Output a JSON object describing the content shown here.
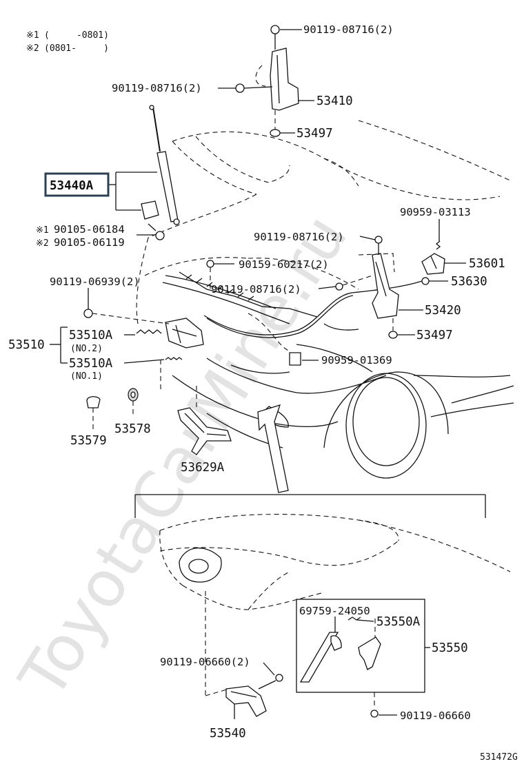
{
  "watermark": "ToyotaCarMine.ru",
  "diagram_id": "531472G",
  "notes": [
    {
      "mark": "※1",
      "text": "(     -0801)"
    },
    {
      "mark": "※2",
      "text": "(0801-     )"
    }
  ],
  "parts": {
    "p90119_08716_top": "90119-08716(2)",
    "p53410": "53410",
    "p90119_08716_left": "90119-08716(2)",
    "p53497_top": "53497",
    "p53440A": "53440A",
    "p90105_06184": "90105-06184",
    "p90105_06119": "90105-06119",
    "p90959_03113": "90959-03113",
    "p90119_08716_mid": "90119-08716(2)",
    "p90159_60217": "90159-60217(2)",
    "p53601": "53601",
    "p90119_08716_low": "90119-08716(2)",
    "p53630": "53630",
    "p90119_06939": "90119-06939(2)",
    "p53420": "53420",
    "p53497_low": "53497",
    "p53510": "53510",
    "p53510A_no2": "53510A",
    "no2": "(NO.2)",
    "p53510A_no1": "53510A",
    "no1": "(NO.1)",
    "p90959_01369": "90959-01369",
    "p53579": "53579",
    "p53578": "53578",
    "p53629A": "53629A",
    "p69759_24050": "69759-24050",
    "p53550A": "53550A",
    "p53550": "53550",
    "p90119_06660_2": "90119-06660(2)",
    "p90119_06660": "90119-06660",
    "p53540": "53540"
  }
}
